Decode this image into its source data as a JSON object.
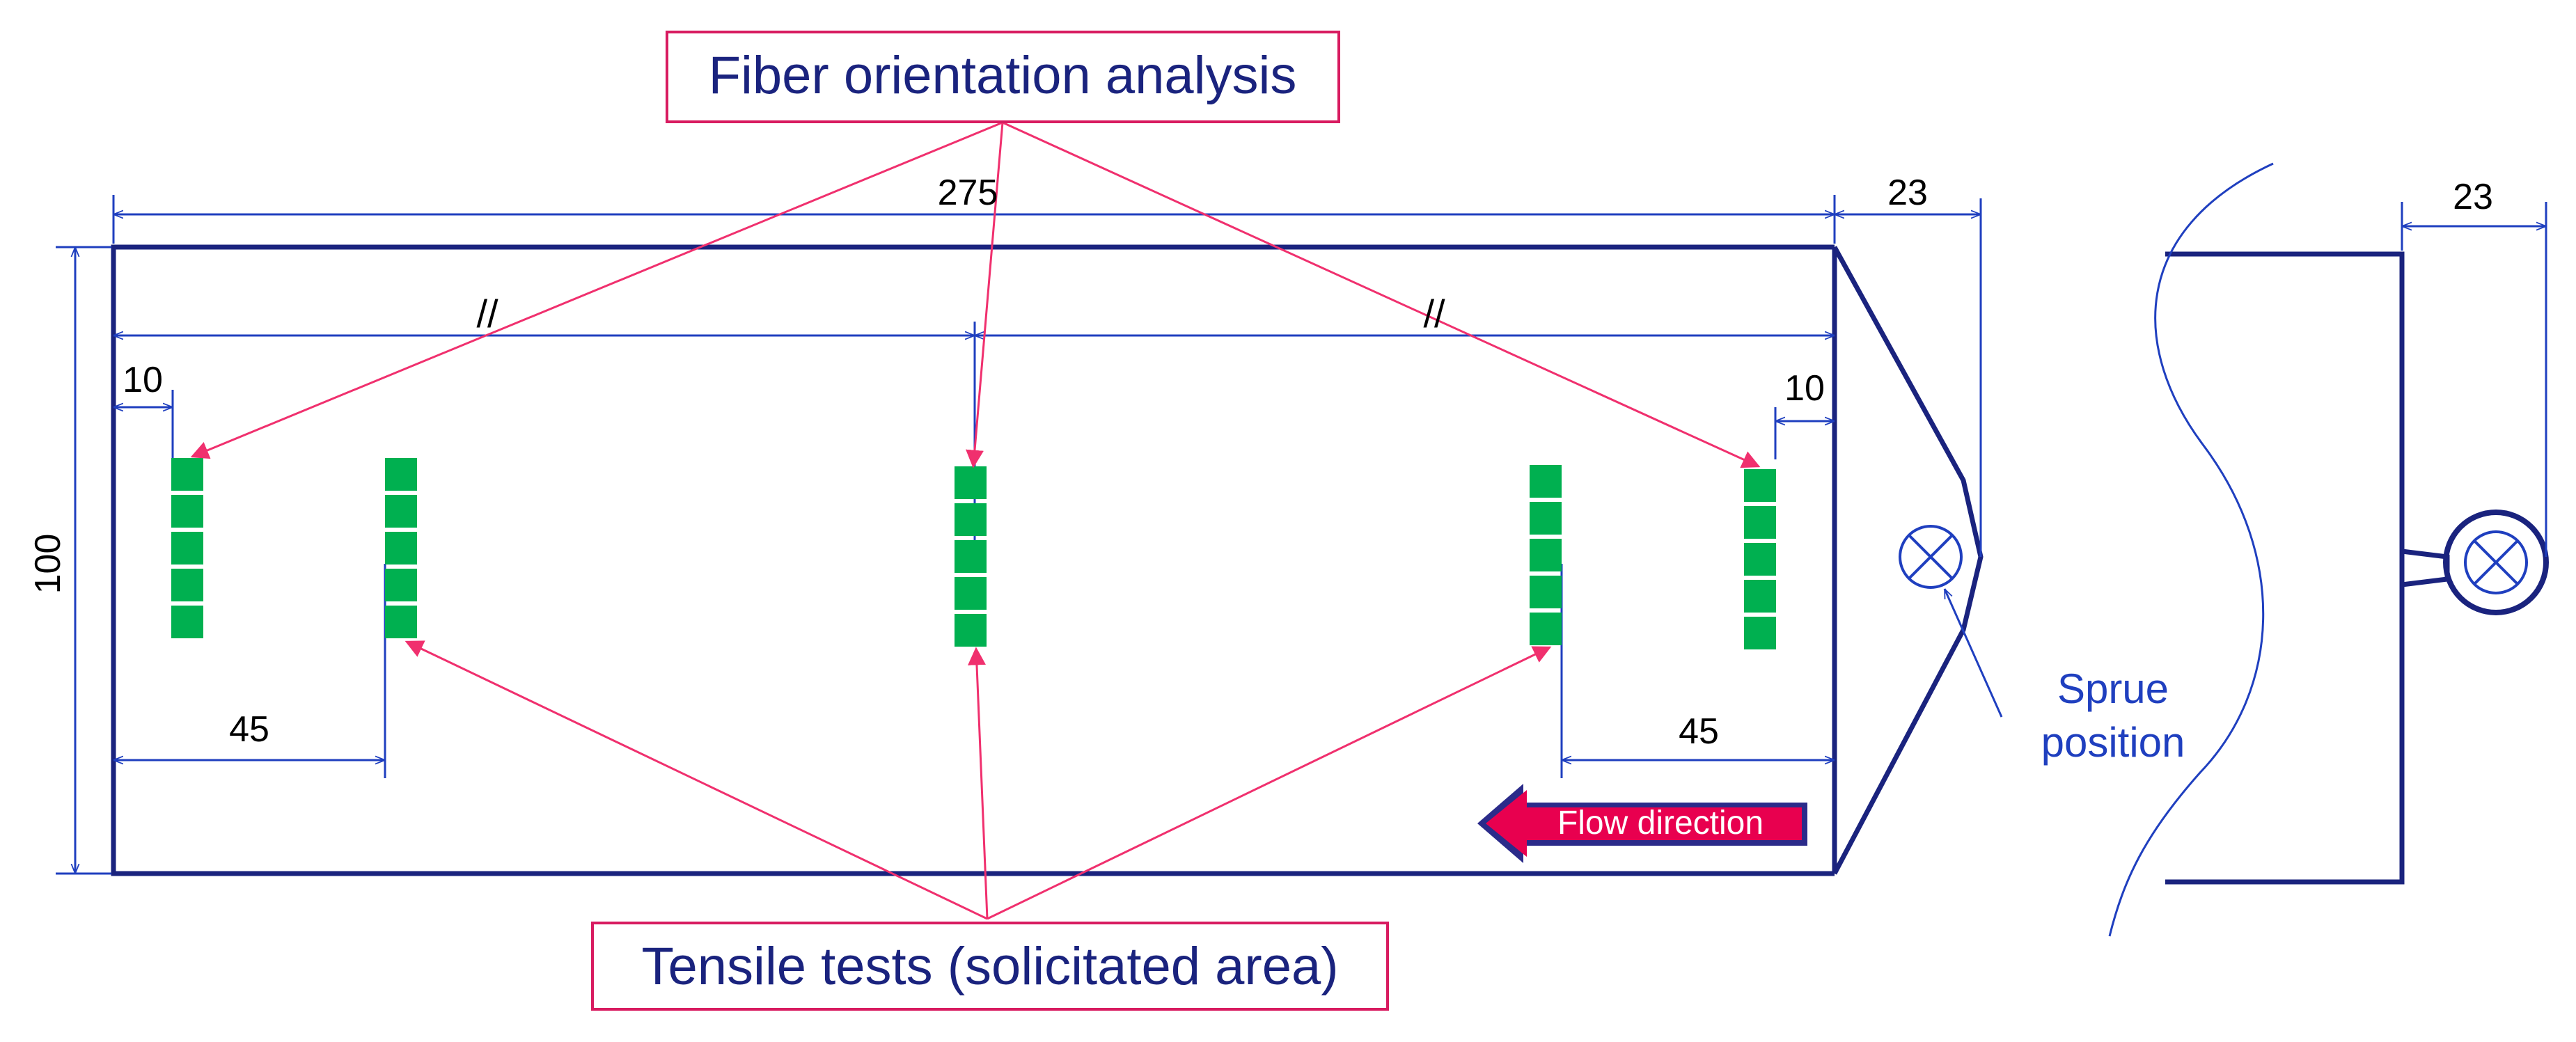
{
  "labels": {
    "fiber_orientation": "Fiber orientation analysis",
    "tensile_tests": "Tensile tests (solicitated area)",
    "flow_direction": "Flow direction",
    "sprue_line1": "Sprue",
    "sprue_line2": "position"
  },
  "dimensions": {
    "length_275": "275",
    "height_100": "100",
    "sprue_23_front": "23",
    "sprue_23_side": "23",
    "offset_10_left": "10",
    "offset_10_right": "10",
    "offset_45_left": "45",
    "offset_45_right": "45",
    "symmetric_mark_left": "//",
    "symmetric_mark_right": "//"
  },
  "colors": {
    "outline": "#1a237e",
    "dimension_line": "#1f3fbf",
    "callout": "#f0306e",
    "callout_box": "#d81b60",
    "specimen": "#00b050",
    "flow_arrow": "#e8004f",
    "flow_arrow_border": "#2b2b8a"
  }
}
